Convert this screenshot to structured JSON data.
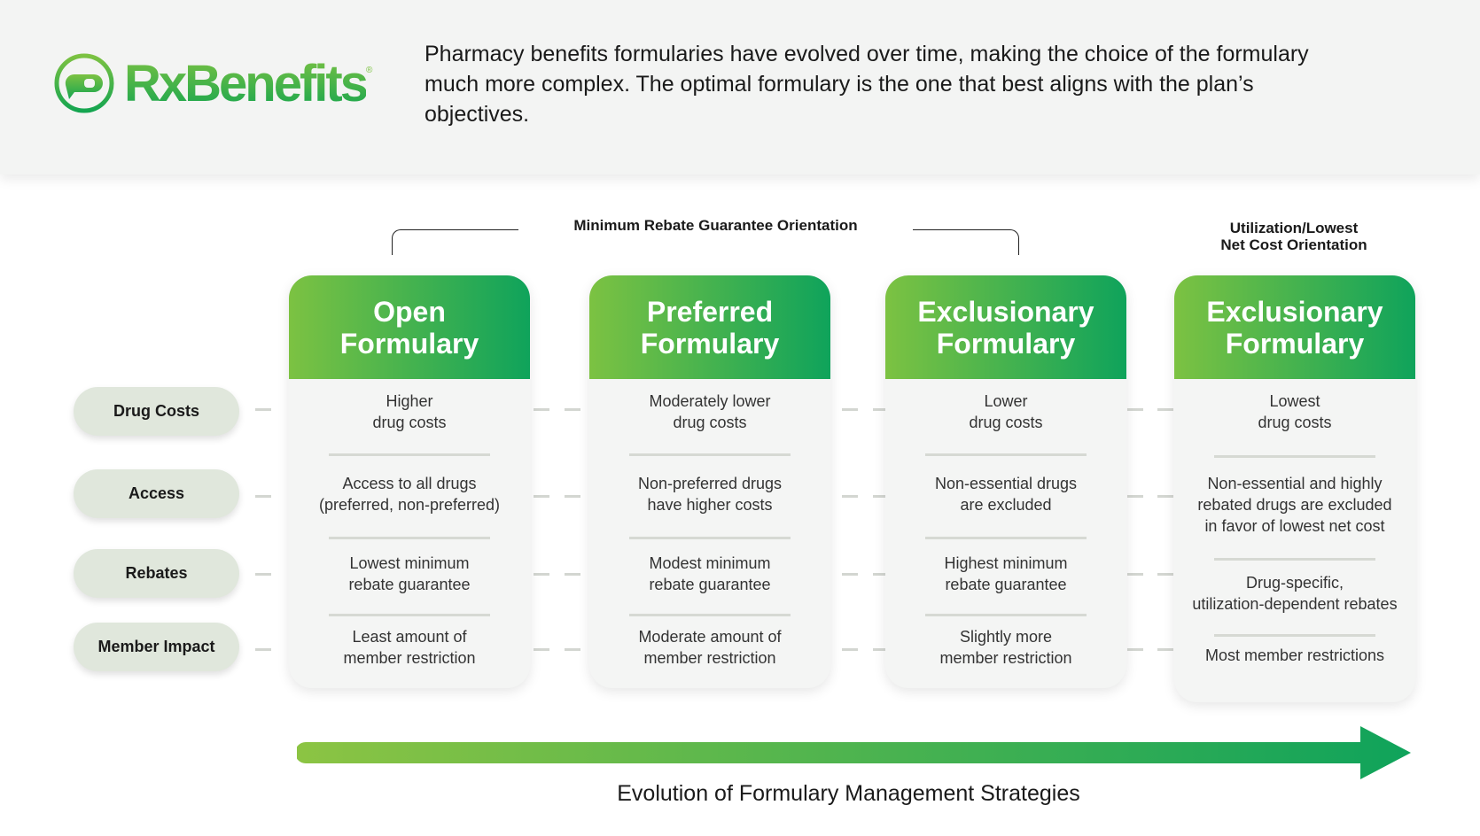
{
  "header": {
    "logo_text": "RxBenefits",
    "description": "Pharmacy benefits formularies have evolved over time, making the choice of the formulary much more complex. The optimal formulary is the one that best aligns with the plan’s objectives."
  },
  "orientations": {
    "min_rebate": "Minimum Rebate Guarantee Orientation",
    "utilization_line1": "Utilization/Lowest",
    "utilization_line2": "Net Cost Orientation"
  },
  "rows": [
    "Drug Costs",
    "Access",
    "Rebates",
    "Member Impact"
  ],
  "cards": [
    {
      "title1": "Open",
      "title2": "Formulary",
      "cells": [
        "Higher\ndrug costs",
        "Access to all drugs\n(preferred, non-preferred)",
        "Lowest minimum\nrebate guarantee",
        "Least amount of\nmember restriction"
      ]
    },
    {
      "title1": "Preferred",
      "title2": "Formulary",
      "cells": [
        "Moderately lower\ndrug costs",
        "Non-preferred drugs\nhave higher costs",
        "Modest minimum\nrebate guarantee",
        "Moderate amount of\nmember restriction"
      ]
    },
    {
      "title1": "Exclusionary",
      "title2": "Formulary",
      "cells": [
        "Lower\ndrug costs",
        "Non-essential drugs\nare excluded",
        "Highest minimum\nrebate guarantee",
        "Slightly more\nmember restriction"
      ]
    },
    {
      "title1": "Exclusionary",
      "title2": "Formulary",
      "cells": [
        "Lowest\ndrug costs",
        "Non-essential and highly\nrebated drugs are excluded\nin favor of lowest net cost",
        "Drug-specific,\nutilization-dependent rebates",
        "Most member restrictions"
      ]
    }
  ],
  "footer": {
    "title": "Evolution of Formulary Management Strategies"
  },
  "colors": {
    "green_light": "#7cc242",
    "green_dark": "#0fa35b"
  }
}
